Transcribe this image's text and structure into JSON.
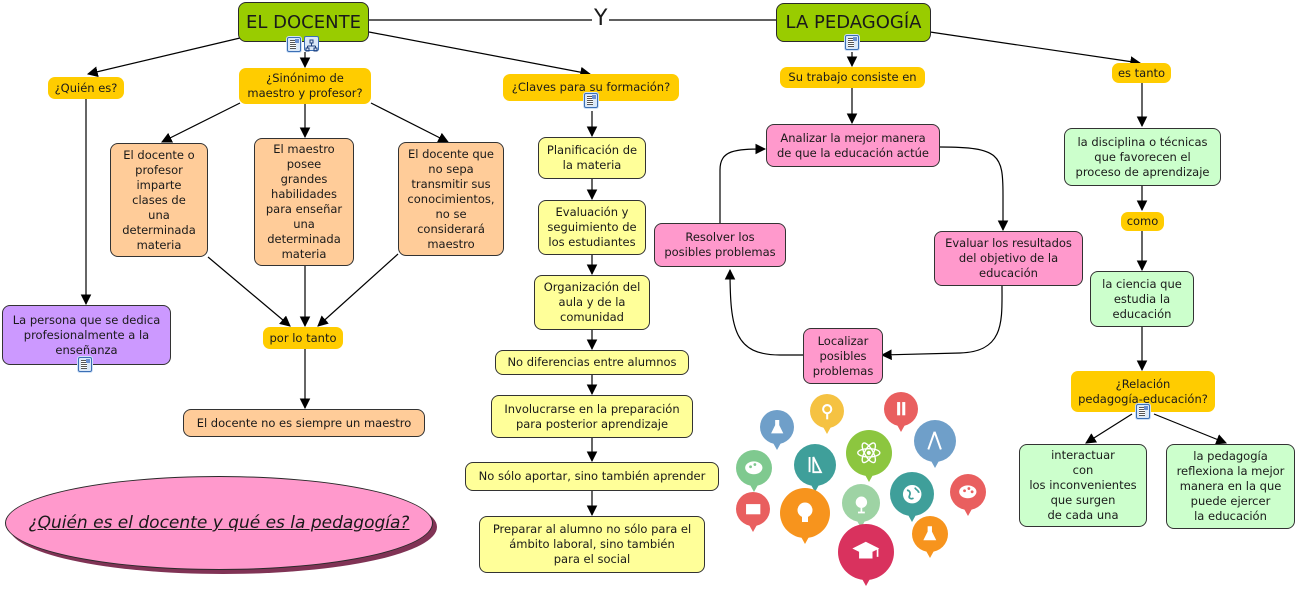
{
  "main_nodes": {
    "docente": "EL DOCENTE",
    "connector": "Y",
    "pedagogia": "LA PEDAGOGÍA"
  },
  "docente_branch": {
    "quien_es": "¿Quién es?",
    "quien_es_answer": "La persona que se dedica profesionalmente a la enseñanza",
    "sinonimo": "¿Sinónimo de\nmaestro y profesor?",
    "sinonimo_items": [
      "El docente o\nprofesor\nimparte\nclases de\nuna\ndeterminada\nmateria",
      "El maestro\nposee\ngrandes\nhabilidades\npara enseñar\nuna\ndeterminada\nmateria",
      "El docente que\nno sepa\ntransmitir sus\nconocimientos,\nno se\nconsiderará\nmaestro"
    ],
    "por_lo_tanto": "por lo tanto",
    "conclusion": "El docente no es siempre un maestro",
    "claves": "¿Claves para su formación?",
    "claves_items": [
      "Planificación de\nla materia",
      "Evaluación y\nseguimiento de\nlos estudiantes",
      "Organización del\naula y de la\ncomunidad",
      "No diferencias entre alumnos",
      "Involucrarse en la preparación\npara posterior aprendizaje",
      "No sólo aportar, sino también aprender",
      "Preparar al alumno no sólo para el\námbito laboral, sino también\npara el social"
    ]
  },
  "pedagogia_branch": {
    "trabajo": "Su trabajo consiste en",
    "cycle": [
      "Analizar la mejor manera\nde que la educación actúe",
      "Evaluar los resultados\ndel objetivo de la\neducación",
      "Localizar\nposibles\nproblemas",
      "Resolver los\nposibles problemas"
    ],
    "es_tanto": "es tanto",
    "disciplina": "la disciplina o técnicas\nque favorecen el\nproceso de aprendizaje",
    "como": "como",
    "ciencia": "la ciencia que\nestudia la\neducación",
    "relacion": "¿Relación\npedagogía-educación?",
    "relacion_items": [
      "interactuar\ncon\nlos inconvenientes\nque surgen\nde cada una",
      "la pedagogía\nreflexiona la mejor\nmanera en la que\npuede ejercer\nla educación"
    ]
  },
  "title_ellipse": "¿Quién es el docente y qué es la pedagogía?",
  "colors": {
    "main": "#99cc00",
    "linking": "#ffcc00",
    "orange": "#ffcc99",
    "yellow": "#ffff99",
    "pink": "#ff99cc",
    "purple": "#cc99ff",
    "green": "#ccffcc"
  },
  "decorative_icons": [
    "flask-icon",
    "magnifier-icon",
    "pencils-icon",
    "compass-icon",
    "palette-icon",
    "ruler-triangle-icon",
    "atom-icon",
    "globe-icon",
    "earth-icon",
    "palette-icon",
    "book-icon",
    "lightbulb-icon",
    "flask-icon",
    "graduation-cap-icon"
  ]
}
